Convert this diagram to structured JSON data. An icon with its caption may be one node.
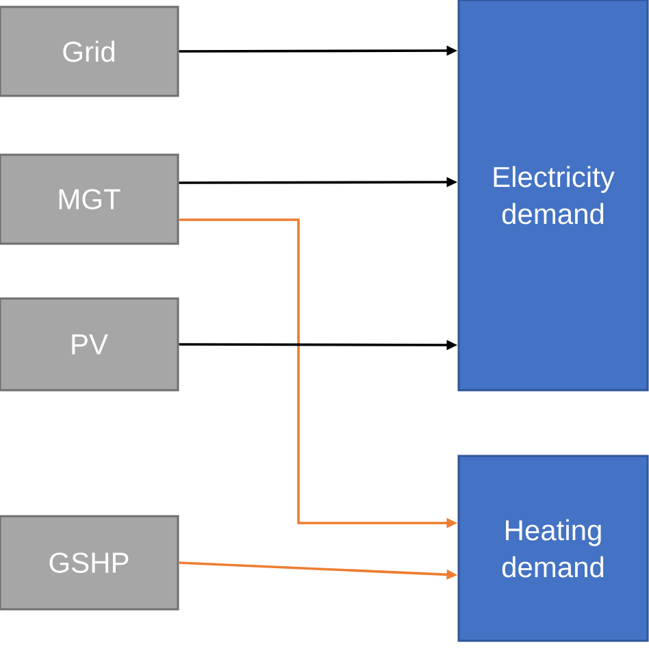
{
  "diagram": {
    "nodes": [
      {
        "text": [
          "Grid"
        ]
      },
      {
        "text": [
          "MGT"
        ]
      },
      {
        "text": [
          "PV"
        ]
      },
      {
        "text": [
          "GSHP"
        ]
      },
      {
        "text": [
          "Electricity demand"
        ]
      },
      {
        "text": [
          "Heating demand"
        ]
      }
    ],
    "edges": [
      {
        "from": 0,
        "to": 4,
        "arrow": "to"
      },
      {
        "from": 1,
        "to": 4,
        "arrow": "to"
      },
      {
        "from": 1,
        "to": 5,
        "arrow": "to",
        "color": "#ed7d31"
      },
      {
        "from": 2,
        "to": 4,
        "arrow": "to"
      },
      {
        "from": 3,
        "to": 5,
        "arrow": "to",
        "color": "#ed7d31"
      }
    ]
  }
}
